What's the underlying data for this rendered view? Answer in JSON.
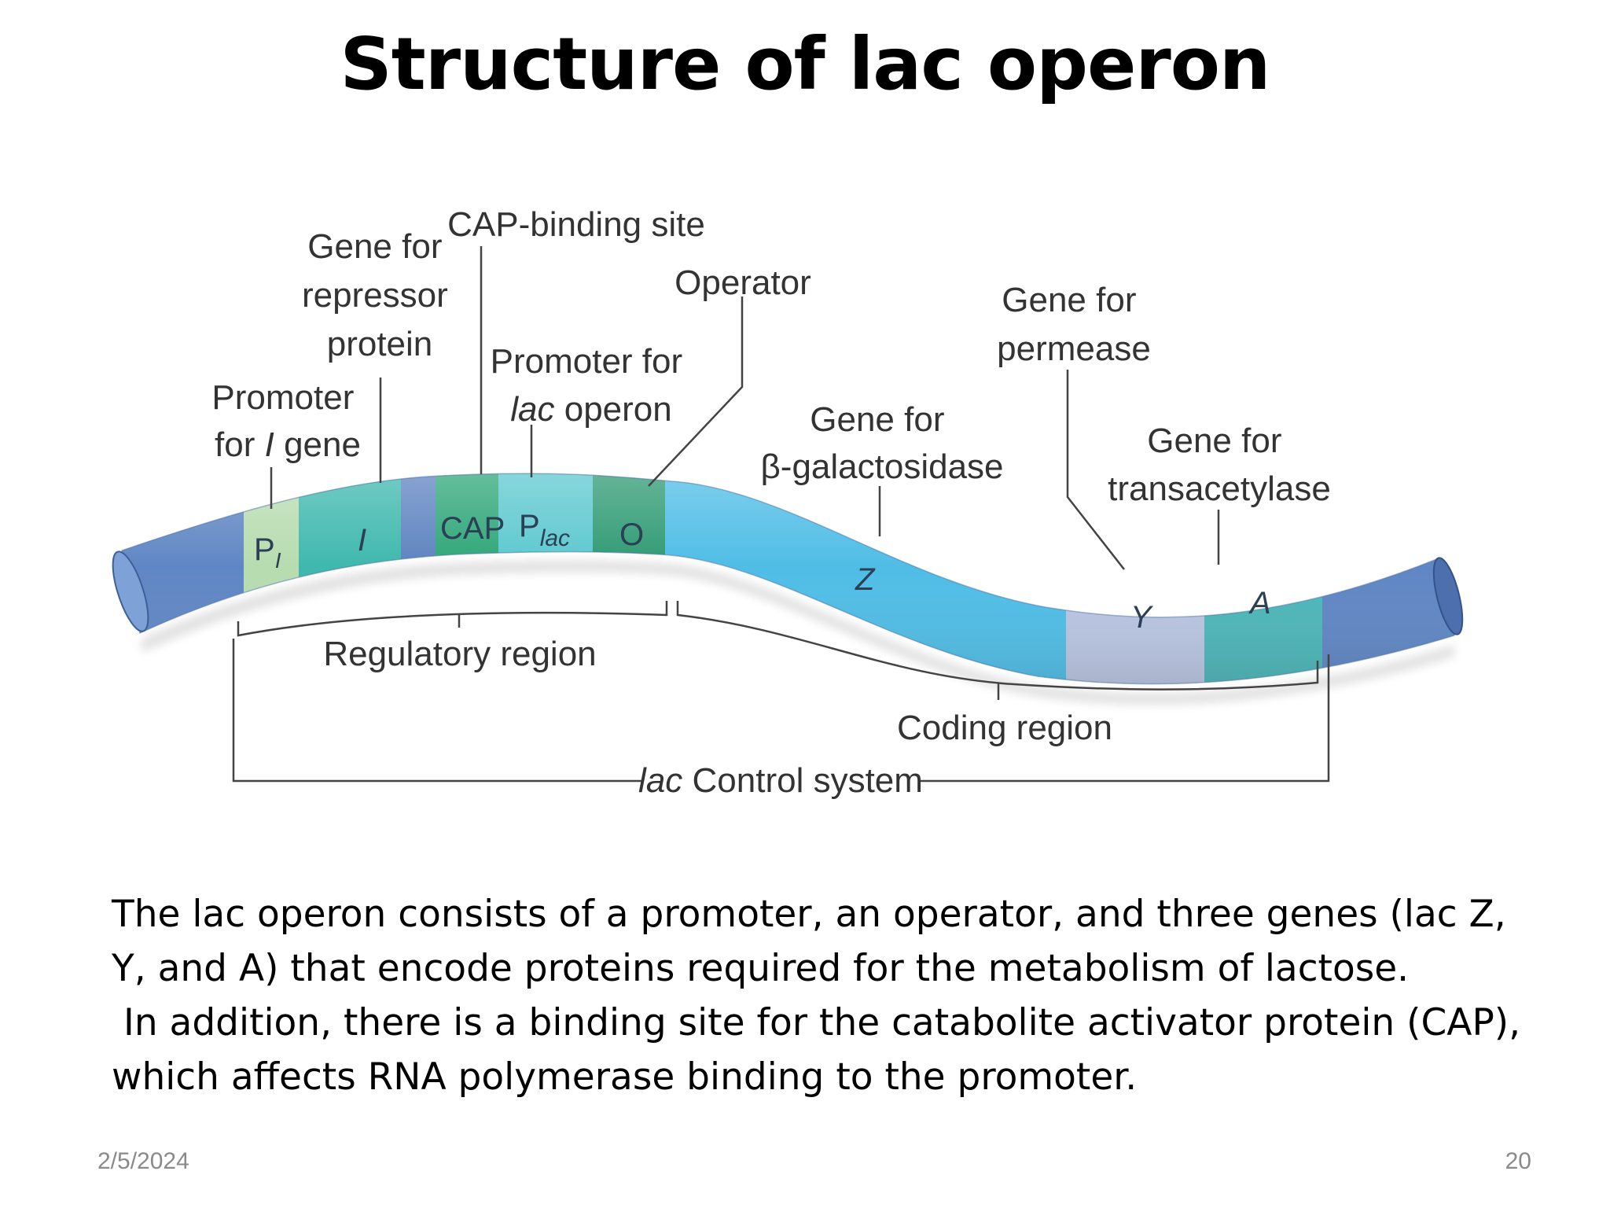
{
  "slide": {
    "title": "Structure of lac operon",
    "paragraphs": [
      "The lac operon consists of a promoter, an operator, and three genes (lac Z, Y, and A) that encode proteins required for the metabolism of lactose.",
      " In addition, there is a binding site for the catabolite activator protein (CAP), which affects RNA polymerase binding to the promoter."
    ],
    "date": "2/5/2024",
    "page_number": "20"
  },
  "diagram": {
    "segments": {
      "pi": "P",
      "pi_sub": "I",
      "i": "I",
      "cap": "CAP",
      "plac": "P",
      "plac_sub": "lac",
      "o": "O",
      "z": "Z",
      "y": "Y",
      "a": "A"
    },
    "labels": {
      "promoter_i": [
        "Promoter",
        "for ",
        "I",
        " gene"
      ],
      "repressor": [
        "Gene for",
        "repressor",
        "protein"
      ],
      "cap_site": "CAP-binding site",
      "promoter_lac": [
        "Promoter for",
        "lac",
        " operon"
      ],
      "operator": "Operator",
      "galactosidase": [
        "Gene for",
        "β-galactosidase"
      ],
      "permease": [
        "Gene for",
        "permease"
      ],
      "transacetylase": [
        "Gene for",
        "transacetylase"
      ],
      "regulatory_region": "Regulatory region",
      "coding_region": "Coding region",
      "control_system": [
        "lac",
        " Control system"
      ]
    },
    "colors": {
      "dna_end": "#5f86c4",
      "pi": "#b7dcb0",
      "i": "#3fb8ae",
      "spacer": "#5d83c0",
      "cap": "#2fa678",
      "plac": "#5cc8cf",
      "o": "#2f9a73",
      "z": "#4fbde6",
      "y": "#b9c5e2",
      "a": "#4cb6b9"
    }
  }
}
